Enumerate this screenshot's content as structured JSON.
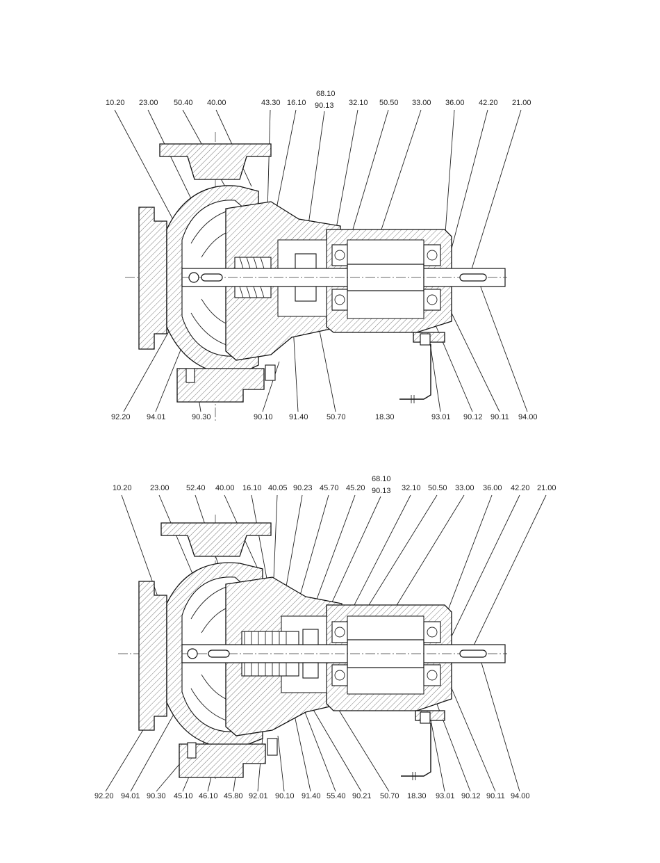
{
  "drawing_1": {
    "top_labels": [
      "10.20",
      "23.00",
      "50.40",
      "40.00",
      "43.30",
      "16.10",
      "68.10",
      "90.13",
      "32.10",
      "50.50",
      "33.00",
      "36.00",
      "42.20",
      "21.00"
    ],
    "bottom_labels": [
      "92.20",
      "94.01",
      "90.30",
      "90.10",
      "91.40",
      "50.70",
      "18.30",
      "93.01",
      "90.12",
      "90.11",
      "94.00"
    ]
  },
  "drawing_2": {
    "top_labels": [
      "10.20",
      "23.00",
      "52.40",
      "40.00",
      "16.10",
      "40.05",
      "90.23",
      "45.70",
      "45.20",
      "68.10",
      "90.13",
      "32.10",
      "50.50",
      "33.00",
      "36.00",
      "42.20",
      "21.00"
    ],
    "bottom_labels": [
      "92.20",
      "94.01",
      "90.30",
      "45.10",
      "46.10",
      "45.80",
      "92.01",
      "90.10",
      "91.40",
      "55.40",
      "90.21",
      "50.70",
      "18.30",
      "93.01",
      "90.12",
      "90.11",
      "94.00"
    ]
  }
}
